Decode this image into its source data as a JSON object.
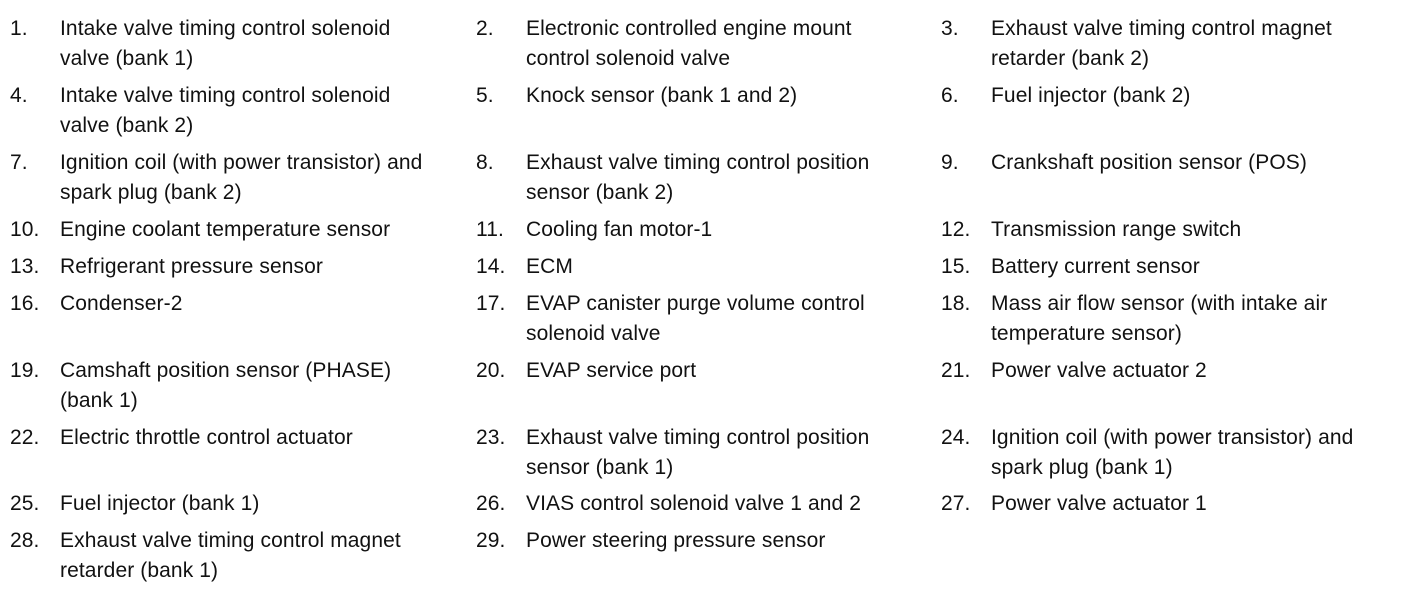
{
  "legend": {
    "rows": [
      [
        {
          "num": "1.",
          "text": "Intake valve timing control solenoid\nvalve (bank 1)"
        },
        {
          "num": "2.",
          "text": "Electronic controlled engine mount\ncontrol solenoid valve"
        },
        {
          "num": "3.",
          "text": "Exhaust valve timing control magnet\nretarder (bank 2)"
        }
      ],
      [
        {
          "num": "4.",
          "text": "Intake valve timing control solenoid\nvalve (bank 2)"
        },
        {
          "num": "5.",
          "text": "Knock sensor (bank 1 and 2)"
        },
        {
          "num": "6.",
          "text": "Fuel injector (bank 2)"
        }
      ],
      [
        {
          "num": "7.",
          "text": "Ignition coil (with power transistor) and\nspark plug (bank 2)"
        },
        {
          "num": "8.",
          "text": "Exhaust valve timing control position\nsensor (bank 2)"
        },
        {
          "num": "9.",
          "text": "Crankshaft position sensor (POS)"
        }
      ],
      [
        {
          "num": "10.",
          "text": "Engine coolant temperature sensor"
        },
        {
          "num": "11.",
          "text": "Cooling fan motor-1"
        },
        {
          "num": "12.",
          "text": "Transmission range switch"
        }
      ],
      [
        {
          "num": "13.",
          "text": "Refrigerant pressure sensor"
        },
        {
          "num": "14.",
          "text": "ECM"
        },
        {
          "num": "15.",
          "text": "Battery current sensor"
        }
      ],
      [
        {
          "num": "16.",
          "text": "Condenser-2"
        },
        {
          "num": "17.",
          "text": "EVAP canister purge volume control\nsolenoid valve"
        },
        {
          "num": "18.",
          "text": "Mass air flow sensor (with intake air\ntemperature sensor)"
        }
      ],
      [
        {
          "num": "19.",
          "text": "Camshaft position sensor (PHASE)\n(bank 1)"
        },
        {
          "num": "20.",
          "text": "EVAP service port"
        },
        {
          "num": "21.",
          "text": "Power valve actuator 2"
        }
      ],
      [
        {
          "num": "22.",
          "text": "Electric throttle control actuator"
        },
        {
          "num": "23.",
          "text": "Exhaust valve timing control position\nsensor (bank 1)"
        },
        {
          "num": "24.",
          "text": "Ignition coil (with power transistor) and\nspark plug (bank 1)"
        }
      ],
      [
        {
          "num": "25.",
          "text": "Fuel injector (bank 1)"
        },
        {
          "num": "26.",
          "text": "VIAS control solenoid valve 1 and 2"
        },
        {
          "num": "27.",
          "text": "Power valve actuator 1"
        }
      ],
      [
        {
          "num": "28.",
          "text": "Exhaust valve timing control magnet\nretarder (bank 1)"
        },
        {
          "num": "29.",
          "text": "Power steering pressure sensor"
        },
        {
          "num": "",
          "text": ""
        }
      ]
    ]
  }
}
